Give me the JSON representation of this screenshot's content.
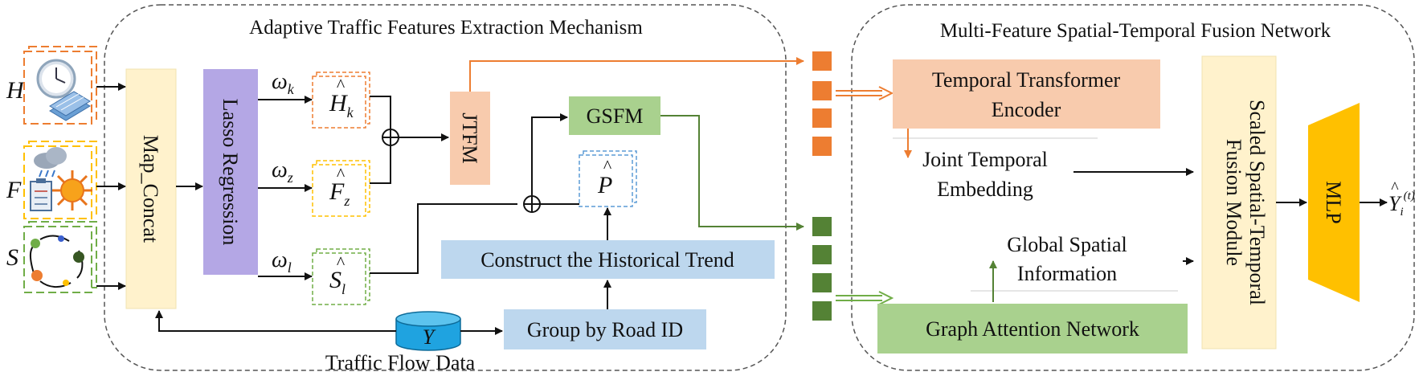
{
  "sections": {
    "left_title": "Adaptive Traffic Features Extraction Mechanism",
    "right_title": "Multi-Feature Spatial-Temporal Fusion Network"
  },
  "inputs": {
    "h": "H",
    "f": "F",
    "s": "S"
  },
  "blocks": {
    "map_concat": "Map_Concat",
    "lasso": "Lasso Regression",
    "jtfm": "JTFM",
    "gsfm": "GSFM",
    "historical_trend": "Construct the Historical Trend",
    "group_by": "Group by Road ID",
    "traffic_data": "Traffic Flow Data",
    "y_symbol": "Y",
    "tte_line1": "Temporal Transformer",
    "tte_line2": "Encoder",
    "jte_line1": "Joint Temporal",
    "jte_line2": "Embedding",
    "gsi_line1": "Global Spatial",
    "gsi_line2": "Information",
    "gat": "Graph Attention Network",
    "fusion_line1": "Scaled Spatial-Temporal",
    "fusion_line2": "Fusion Module",
    "mlp": "MLP"
  },
  "weights": {
    "wk": "ω",
    "wk_sub": "k",
    "wz": "ω",
    "wz_sub": "z",
    "wl": "ω",
    "wl_sub": "l"
  },
  "features": {
    "hk": "H",
    "hk_sub": "k",
    "fz": "F",
    "fz_sub": "z",
    "sl": "S",
    "sl_sub": "l",
    "p": "P"
  },
  "output": {
    "y": "Y",
    "sub": "i",
    "sup": "(t)"
  },
  "colors": {
    "orange": "#ED7D31",
    "yellow": "#FFC000",
    "green": "#548235",
    "concat_fill": "#FFF2CC",
    "lasso_fill": "#B4A7E5",
    "jtfm_fill": "#F8CBAD",
    "gsfm_fill": "#A9D18E",
    "trend_fill": "#BDD7EE",
    "db_fill": "#1FA3E0",
    "tte_fill": "#F8CBAD",
    "gat_fill": "#A9D18E",
    "mlp_fill": "#FFC000"
  },
  "icons": [
    "clock-icon",
    "calendar-icon",
    "cloud-rain-icon",
    "clipboard-icon",
    "sun-icon",
    "road-graph-icon",
    "database-icon"
  ]
}
